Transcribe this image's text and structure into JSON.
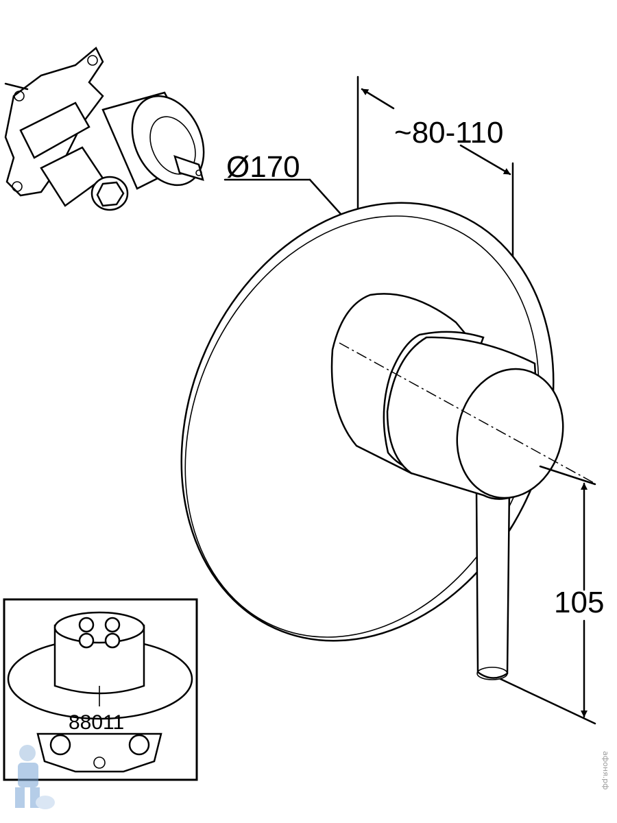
{
  "dimensions": {
    "diameter": "Ø170",
    "projection": "~80-110",
    "height": "105"
  },
  "inset": {
    "part_number": "88011"
  },
  "watermark": {
    "text": "афоня.рф"
  }
}
